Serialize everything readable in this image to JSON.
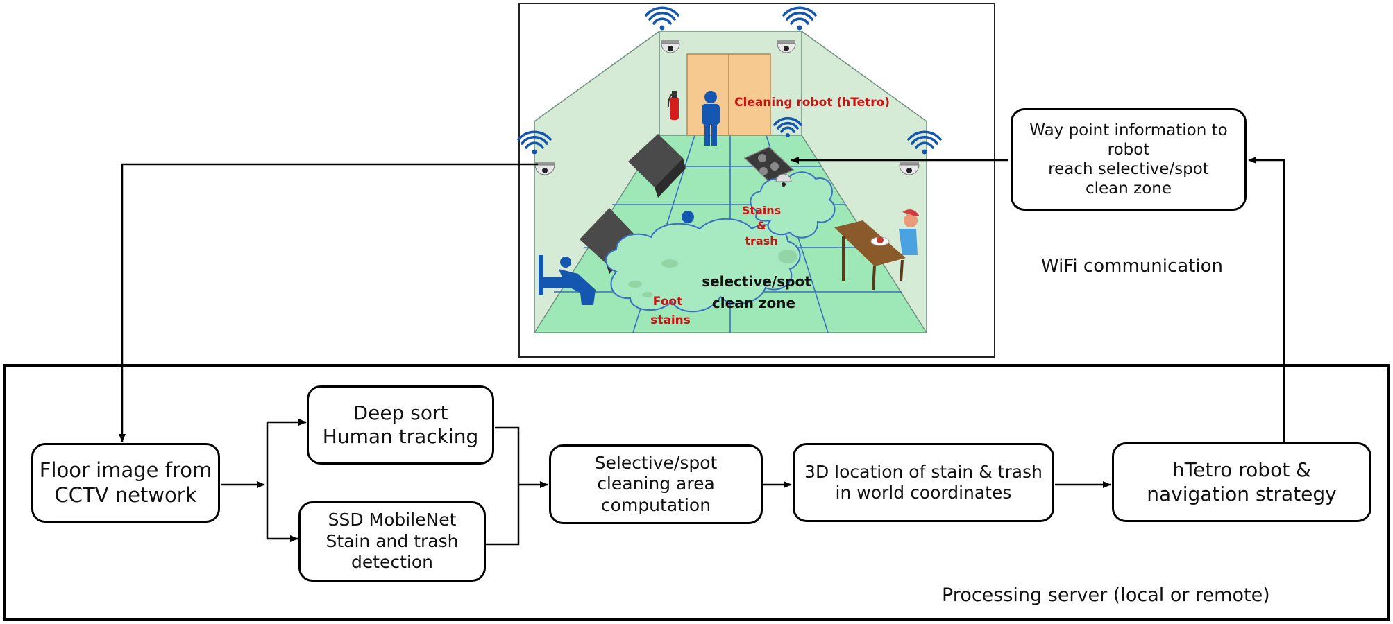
{
  "scene": {
    "robot_label": "Cleaning robot (hTetro)",
    "stains_label": [
      "Stains",
      "&",
      "trash"
    ],
    "foot_label": [
      "Foot",
      "stains"
    ],
    "zone_label": [
      "selective/spot",
      "clean zone"
    ]
  },
  "waypoint_box": {
    "text": "Way point information to\nrobot\nreach selective/spot\nclean zone"
  },
  "wifi_label": "WiFi communication",
  "server": {
    "label": "Processing server (local or remote)",
    "nodes": {
      "floor_image": "Floor image from\nCCTV network",
      "deep_sort": "Deep sort\nHuman tracking",
      "ssd": "SSD MobileNet\nStain and trash\ndetection",
      "cleaning_area": "Selective/spot\ncleaning area\ncomputation",
      "location_3d": "3D location of stain & trash\nin world coordinates",
      "htetro": "hTetro robot &\nnavigation strategy"
    }
  },
  "colors": {
    "wall": "#d6ebd6",
    "floor": "#9ee8b8",
    "grid": "#3a6fc2",
    "door": "#f5c98f",
    "red_text": "#cc1111",
    "person": "#1557b0"
  }
}
